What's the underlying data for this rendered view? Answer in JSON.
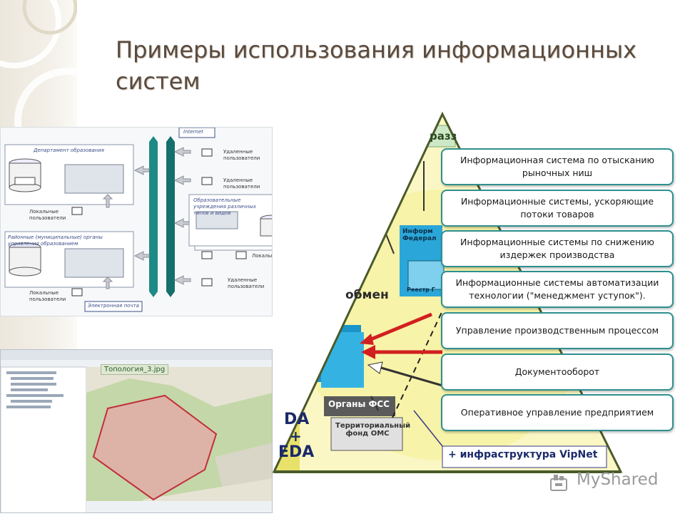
{
  "slide": {
    "title": "Примеры использования информационных систем"
  },
  "pyramid_boxes": [
    {
      "text": "Информационная система по отысканию рыночных ниш"
    },
    {
      "text": "Информационные системы, ускоряющие потоки товаров"
    },
    {
      "text": "Информационные системы по снижению издержек производства"
    },
    {
      "text": "Информационные системы автоматизации технологии (\"менеджмент уступок\")."
    },
    {
      "text": "Управление производственным процессом"
    },
    {
      "text": "Документооборот"
    },
    {
      "text": "Оперативное управление предприятием"
    }
  ],
  "pyramid_labels": {
    "top": "разз",
    "exchange": "обмен",
    "box1": "Информ Федерал",
    "registry": "Реестр Г",
    "fss": "Органы ФСС",
    "fund": "Территориальный фонд ОМС",
    "left1": "DA",
    "plus": "+",
    "left2": "EDA",
    "vipnet": "+ инфраструктура VipNet"
  },
  "network_labels": {
    "internet": "Internet",
    "dept": "Департамент образования",
    "remote1": "Удаленные пользователи",
    "remote2": "Удаленные пользователи",
    "remote3": "Удаленные пользователи",
    "local1": "Локальные пользователи",
    "local2": "Локальные пользователи",
    "local3": "Локальные",
    "regional": "Районные (муниципальные) органы управления образованием",
    "schools": "Образовательные учреждения различных типов и видов",
    "email": "Электронная почта"
  },
  "map": {
    "badge": "Топология_3.jpg"
  },
  "watermark": {
    "text": "MyShared"
  },
  "colors": {
    "title": "#5a4a3e",
    "box_border": "#2f8f8f",
    "pyramid_fill": "#f7f3a8",
    "teal_bar": "#1d8a86"
  }
}
